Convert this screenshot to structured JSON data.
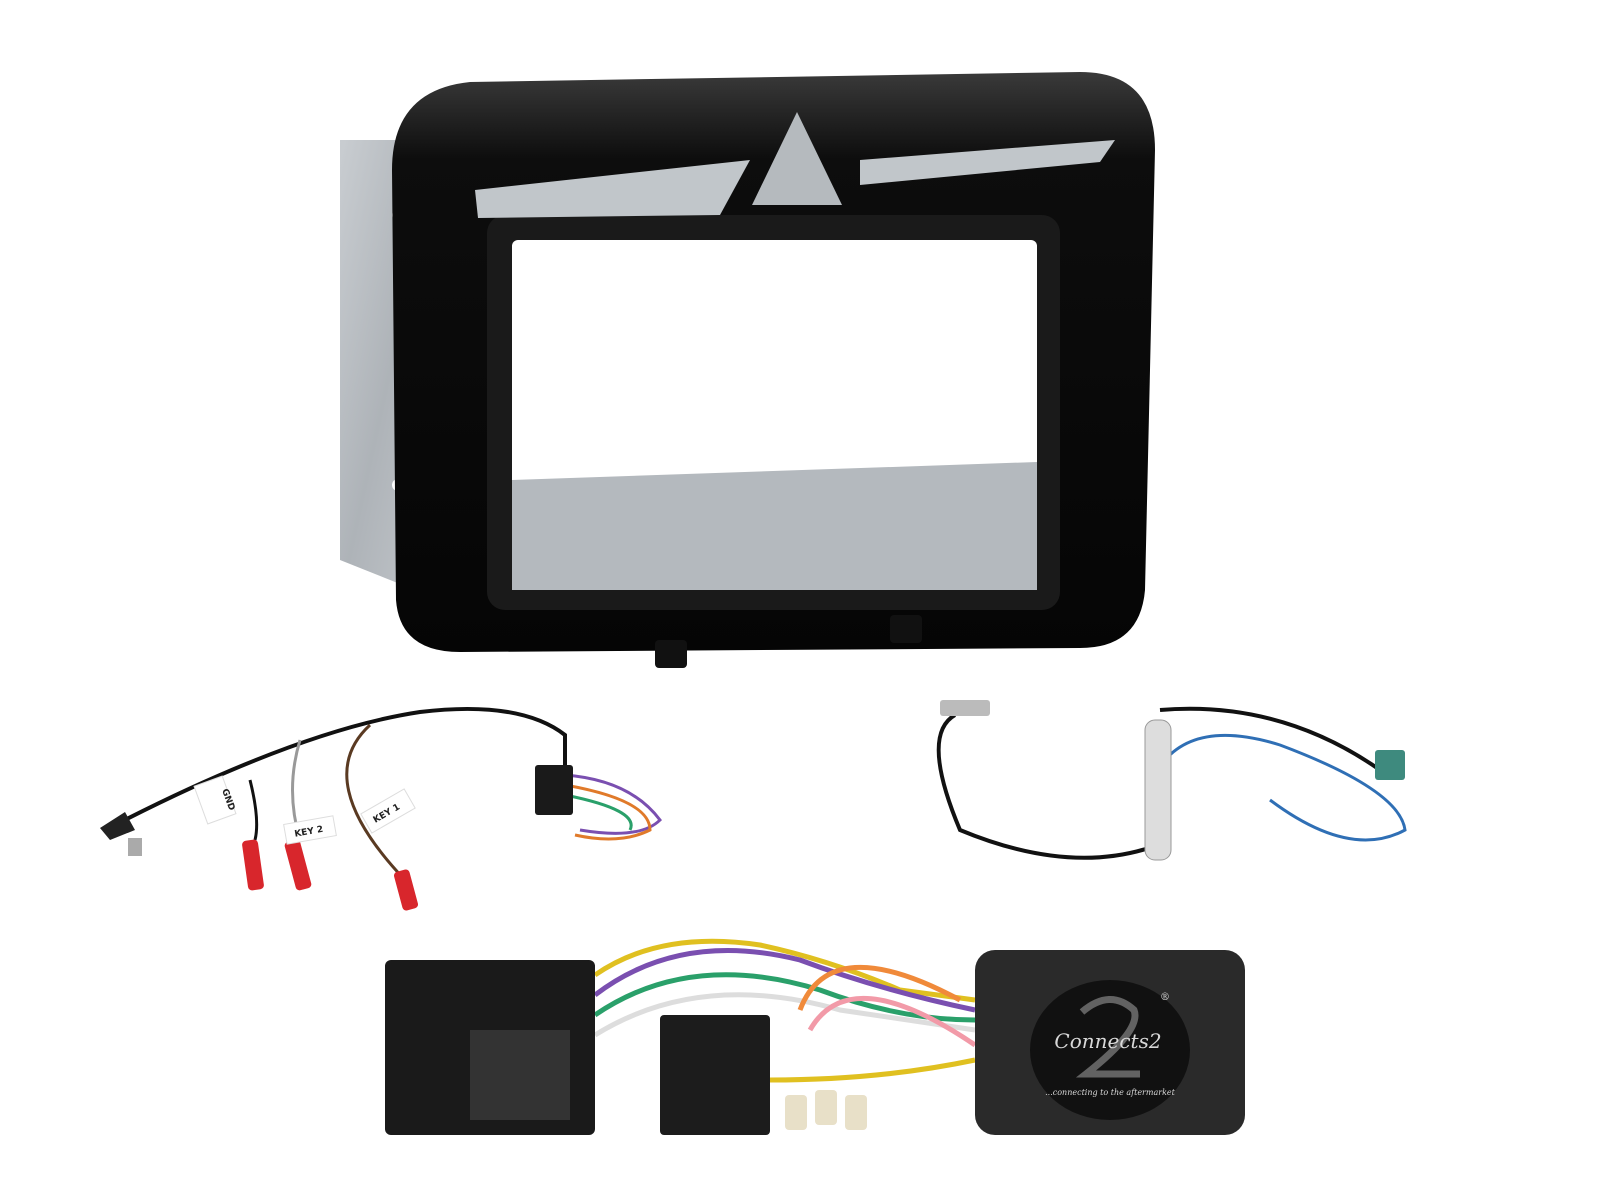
{
  "product": {
    "wire_labels": [
      "GND",
      "KEY 2",
      "KEY 1"
    ],
    "interface_logo": {
      "brand": "Connects2",
      "registered_mark": "®",
      "tagline": "...connecting to the aftermarket"
    }
  },
  "colors": {
    "fascia": "#0b0b0b",
    "cage": "#b9bec3",
    "connector_red": "#d8262c",
    "antenna_blue": "#2f6fb5",
    "fakra_green": "#3e8a7e",
    "interface_box": "#2a2a2a"
  }
}
